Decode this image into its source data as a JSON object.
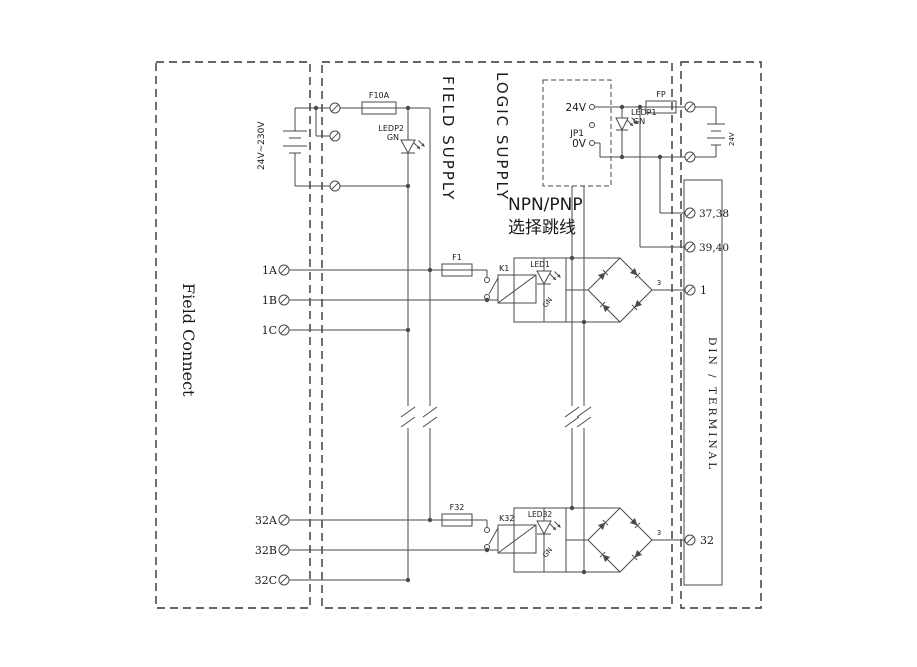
{
  "colors": {
    "line": "#4a4a4a",
    "text": "#1a1a1a",
    "background": "#ffffff"
  },
  "sections": {
    "field_connect": "Field Connect",
    "field_supply": "FIELD  SUPPLY",
    "logic_supply": "LOGIC  SUPPLY",
    "din_terminal": "DIN / TERMINAL",
    "npn_pnp_title": "NPN/PNP",
    "npn_pnp_subtitle": "选择跳线"
  },
  "field_power": {
    "input_range": "24V~230V",
    "fuse": "F10A",
    "led": "LEDP2",
    "led_color": "GN"
  },
  "logic_power": {
    "jumper_24v": "24V",
    "jumper_name": "JP1",
    "jumper_0v": "0V",
    "led": "LEDP1",
    "led_color": "GN",
    "fuse": "FP",
    "supply_voltage": "24V",
    "terminal_37_38": "37,38",
    "terminal_39_40": "39,40"
  },
  "channel_1": {
    "input_a": "1A",
    "input_b": "1B",
    "input_c": "1C",
    "fuse": "F1",
    "relay": "K1",
    "led": "LED1",
    "led_color": "GN",
    "bridge_pin": "3",
    "output_terminal": "1"
  },
  "channel_32": {
    "input_a": "32A",
    "input_b": "32B",
    "input_c": "32C",
    "fuse": "F32",
    "relay": "K32",
    "led": "LED32",
    "led_color": "GN",
    "bridge_pin": "3",
    "output_terminal": "32"
  }
}
